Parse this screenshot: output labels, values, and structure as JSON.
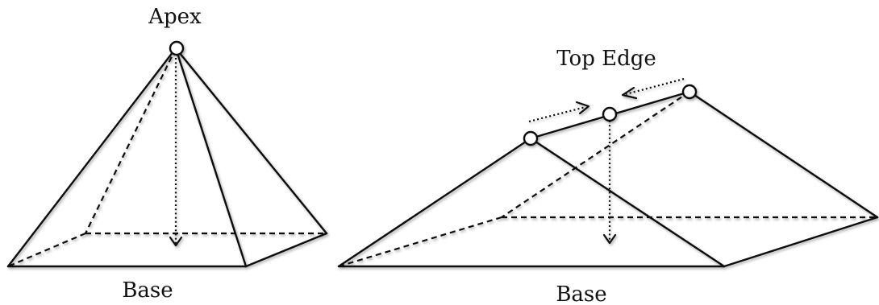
{
  "figure": {
    "pyramid": {
      "apex_label": "Apex",
      "base_label": "Base"
    },
    "wedge": {
      "top_edge_label": "Top Edge",
      "base_label": "Base"
    }
  }
}
